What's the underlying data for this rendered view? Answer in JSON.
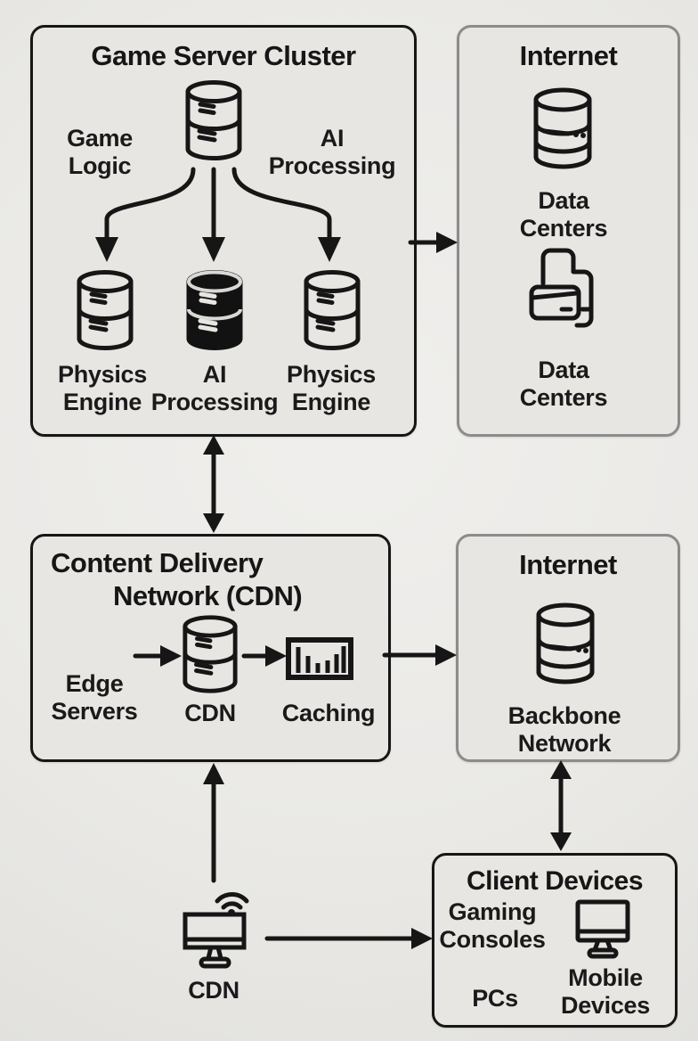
{
  "colors": {
    "background": "#eae9e6",
    "box_fill": "#e8e6e3",
    "ink": "#161616",
    "gray_border": "#8c8c8c",
    "filled_db": "#121212"
  },
  "game_server_cluster": {
    "title": "Game Server Cluster",
    "game_logic": "Game\nLogic",
    "ai_processing_top": "AI\nProcessing",
    "physics_engine_left": "Physics\nEngine",
    "ai_processing_bottom": "AI\nProcessing",
    "physics_engine_right": "Physics\nEngine"
  },
  "internet_top": {
    "title": "Internet",
    "data_centers_1": "Data Centers",
    "data_centers_2": "Data Centers"
  },
  "cdn_box": {
    "title_line1": "Content Delivery",
    "title_line2": "Network (CDN)",
    "edge_servers": "Edge\nServers",
    "cdn": "CDN",
    "caching": "Caching"
  },
  "internet_mid": {
    "title": "Internet",
    "backbone_network": "Backbone\nNetwork"
  },
  "client_devices": {
    "title": "Client Devices",
    "gaming_consoles": "Gaming\nConsoles",
    "pcs": "PCs",
    "mobile_devices": "Mobile\nDevices"
  },
  "cdn_client": {
    "label": "CDN"
  },
  "icons": {
    "gsc_top": "database-icon",
    "gsc_left": "database-icon",
    "gsc_mid": "database-filled-icon",
    "gsc_right": "database-icon",
    "internet_top_1": "server-database-icon",
    "internet_top_2": "devices-icon",
    "cdn": "database-icon",
    "caching": "caching-bars-icon",
    "internet_mid": "server-database-icon",
    "client_monitor": "monitor-icon",
    "cdn_client": "monitor-wifi-icon"
  },
  "connections": [
    {
      "from": "game-server-cluster",
      "to": "internet-top",
      "type": "arrow-right"
    },
    {
      "from": "game-server-cluster",
      "to": "cdn-box",
      "type": "arrow-bidirectional"
    },
    {
      "from": "cdn-box",
      "to": "internet-mid",
      "type": "arrow-right"
    },
    {
      "from": "internet-mid",
      "to": "client-devices",
      "type": "arrow-bidirectional"
    },
    {
      "from": "cdn-client",
      "to": "cdn-box",
      "type": "arrow-up"
    },
    {
      "from": "cdn-client",
      "to": "client-devices",
      "type": "arrow-right"
    },
    {
      "from": "gsc-top-database",
      "to": "physics-engine-left",
      "type": "arrow-down"
    },
    {
      "from": "gsc-top-database",
      "to": "ai-processing-bottom",
      "type": "arrow-down"
    },
    {
      "from": "gsc-top-database",
      "to": "physics-engine-right",
      "type": "arrow-down"
    }
  ]
}
